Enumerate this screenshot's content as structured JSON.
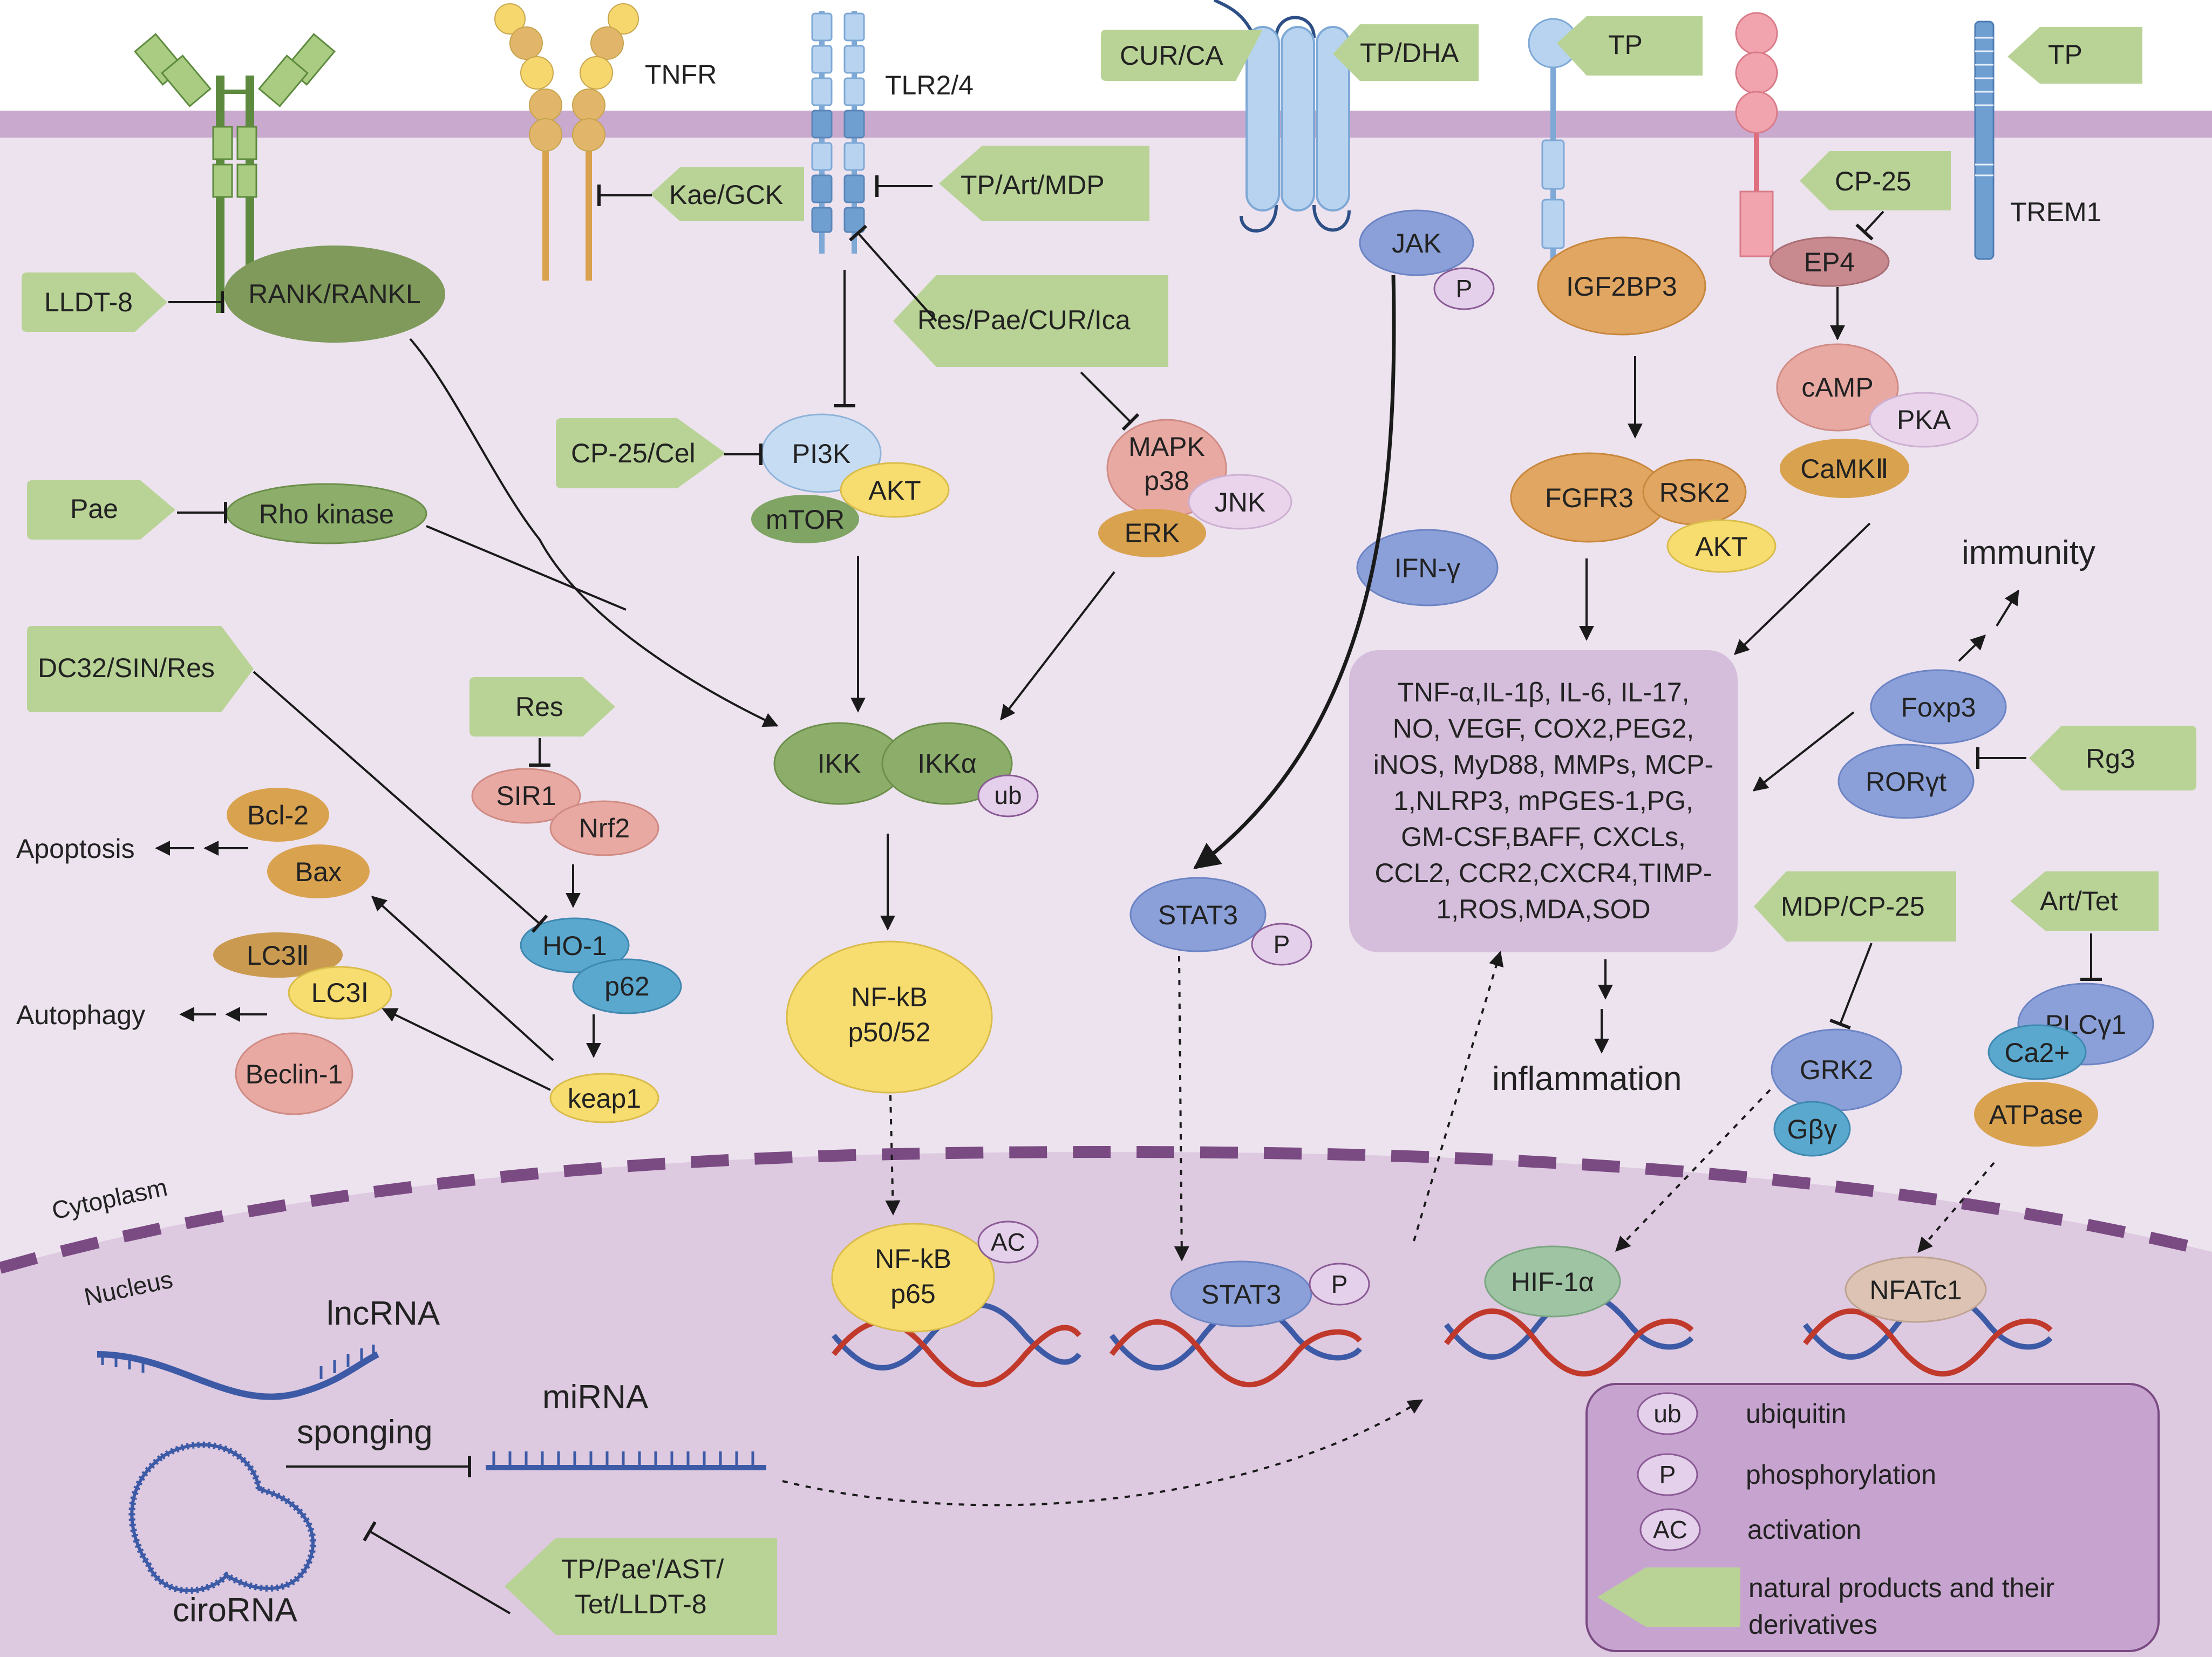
{
  "colors": {
    "membrane": "#c9a9cd",
    "cytoplasm": "#ede3ef",
    "nucleus": "#ddc9e0",
    "nuclear_envelope": "#7a4a82",
    "drug_tag": "#b9d396",
    "legend_box": "#c7a4cf"
  },
  "receptors": {
    "tnfr": "TNFR",
    "tlr": "TLR2/4",
    "trem1": "TREM1"
  },
  "drugs": {
    "cur_ca": "CUR/CA",
    "tp_dha": "TP/DHA",
    "tp_igf": "TP",
    "tp_trem": "TP",
    "cp25_ep4": "CP-25",
    "kae_gck": "Kae/GCK",
    "tp_art_mdp": "TP/Art/MDP",
    "res_pae_cur_ica": "Res/Pae/CUR/Ica",
    "lldt8": "LLDT-8",
    "cp25_cel": "CP-25/Cel",
    "pae": "Pae",
    "dc32_sin_res": "DC32/SIN/Res",
    "res": "Res",
    "rg3": "Rg3",
    "mdp_cp25": "MDP/CP-25",
    "art_tet": "Art/Tet",
    "tp_circ_line1": "TP/Pae'/AST/",
    "tp_circ_line2": "Tet/LLDT-8"
  },
  "molecules": {
    "rank": "RANK/RANKL",
    "pi3k": "PI3K",
    "akt1": "AKT",
    "mtor": "mTOR",
    "mapk_line1": "MAPK",
    "mapk_line2": "p38",
    "jnk": "JNK",
    "erk": "ERK",
    "rho": "Rho kinase",
    "ikk": "IKK",
    "ikka": "IKKα",
    "ub_tag": "ub",
    "nfkb_c_line1": "NF-kB",
    "nfkb_c_line2": "p50/52",
    "sir1": "SIR1",
    "nrf2": "Nrf2",
    "ho1": "HO-1",
    "p62": "p62",
    "keap1": "keap1",
    "bcl2": "Bcl-2",
    "bax": "Bax",
    "lc3ii": "LC3Ⅱ",
    "lc3i": "LC3Ⅰ",
    "beclin": "Beclin-1",
    "jak": "JAK",
    "jak_p": "P",
    "stat3_c": "STAT3",
    "stat3_c_p": "P",
    "ifn": "IFN-γ",
    "igf2bp3": "IGF2BP3",
    "fgfr3": "FGFR3",
    "rsk2": "RSK2",
    "akt2": "AKT",
    "ep4": "EP4",
    "camp": "cAMP",
    "pka": "PKA",
    "camk": "CaMKⅡ",
    "foxp3": "Foxp3",
    "rorgt": "RORγt",
    "grk2": "GRK2",
    "gby": "Gβγ",
    "plcg1": "PLCγ1",
    "ca2": "Ca2+",
    "atpase": "ATPase",
    "nfkb_n_line1": "NF-kB",
    "nfkb_n_line2": "p65",
    "nfkb_n_ac": "AC",
    "stat3_n": "STAT3",
    "stat3_n_p": "P",
    "hif": "HIF-1α",
    "nfatc1": "NFATc1"
  },
  "cytokines": [
    "TNF-α,IL-1β, IL-6, IL-17,",
    "NO, VEGF, COX2,PEG2,",
    "iNOS, MyD88, MMPs, MCP-",
    "1,NLRP3, mPGES-1,PG,",
    "GM-CSF,BAFF, CXCLs,",
    "CCL2, CCR2,CXCR4,TIMP-",
    "1,ROS,MDA,SOD"
  ],
  "outcomes": {
    "apoptosis": "Apoptosis",
    "autophagy": "Autophagy",
    "immunity": "immunity",
    "inflammation": "inflammation"
  },
  "compartments": {
    "cytoplasm": "Cytoplasm",
    "nucleus": "Nucleus"
  },
  "rna": {
    "lncrna": "lncRNA",
    "mirna": "miRNA",
    "sponging": "sponging",
    "circrna": "ciroRNA"
  },
  "legend": {
    "ub_symbol": "ub",
    "ub_label": "ubiquitin",
    "p_symbol": "P",
    "p_label": "phosphorylation",
    "ac_symbol": "AC",
    "ac_label": "activation",
    "tag_label_line1": "natural products and their",
    "tag_label_line2": "derivatives"
  }
}
